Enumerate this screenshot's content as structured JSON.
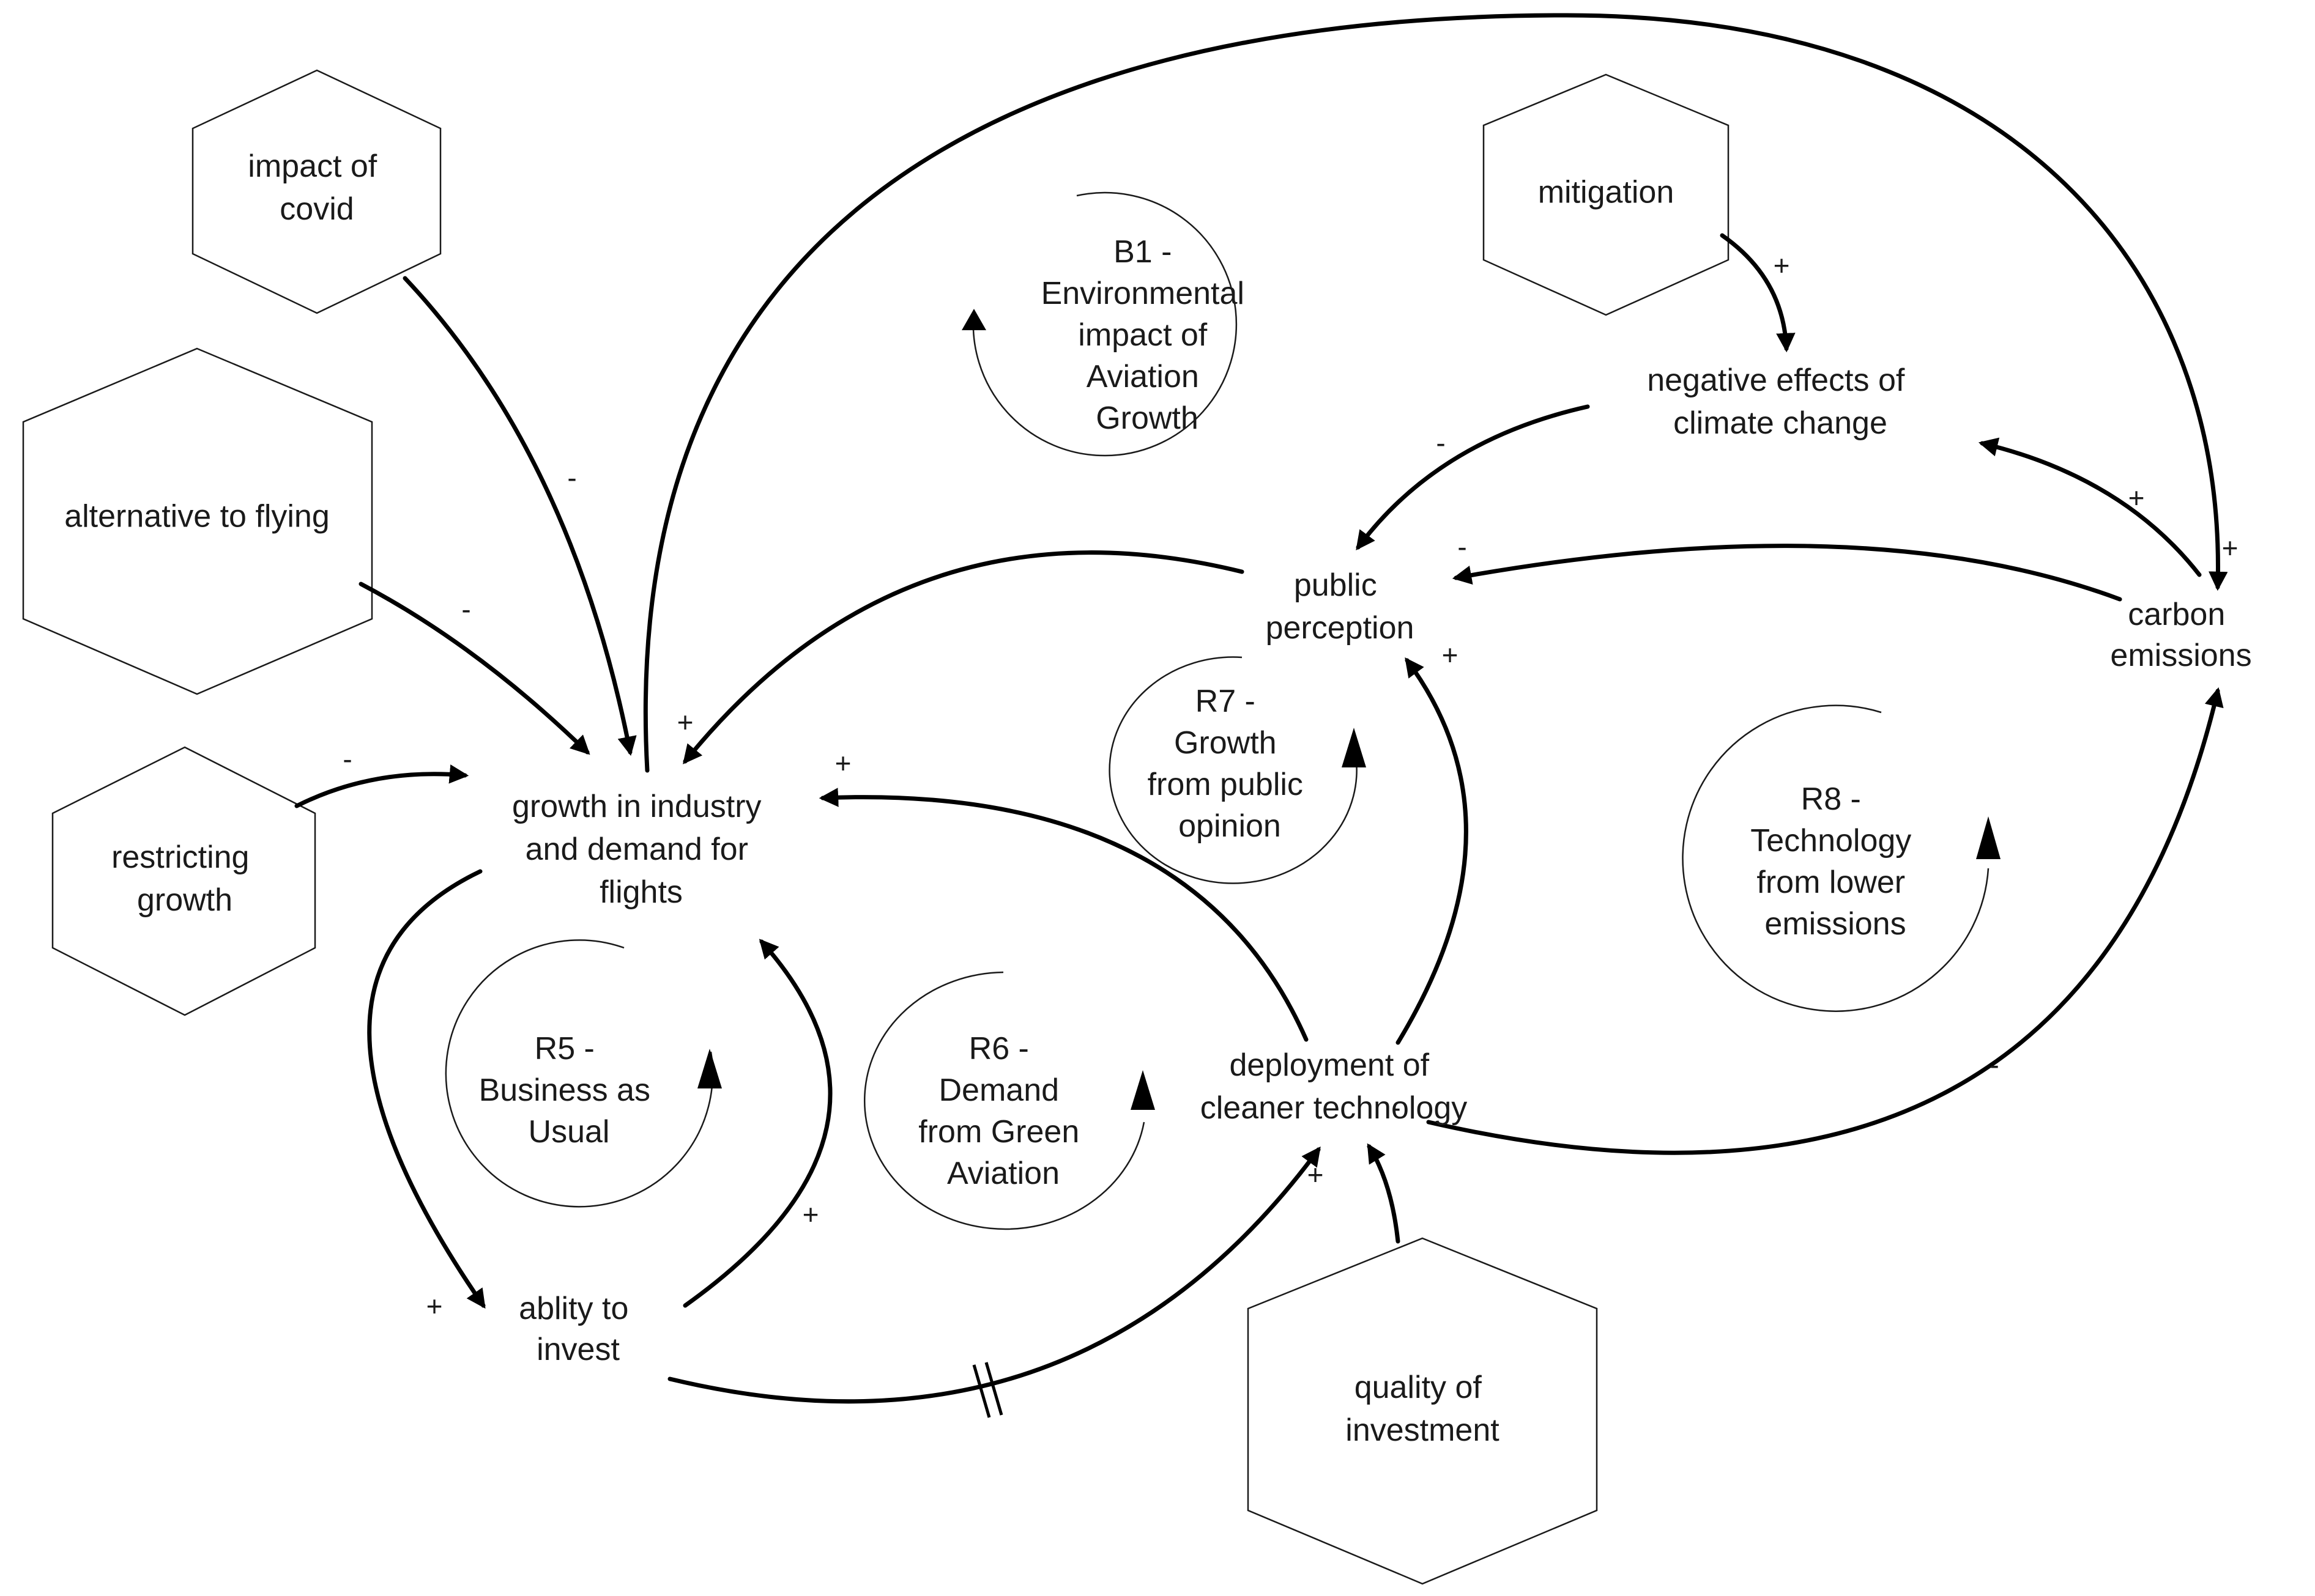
{
  "variables": {
    "impact_of_covid": [
      "impact of",
      "covid"
    ],
    "alternative_to_flying": [
      "alternative to flying"
    ],
    "restricting_growth": [
      "restricting",
      "growth"
    ],
    "growth_in_industry": [
      "growth in industry",
      "and demand for",
      "flights"
    ],
    "ability_to_invest": [
      "ablity to",
      "invest"
    ],
    "deployment_of_cleaner_technology": [
      "deployment of",
      "cleaner technology"
    ],
    "quality_of_investment": [
      "quality of",
      "investment"
    ],
    "public_perception": [
      "public",
      "perception"
    ],
    "mitigation": [
      "mitigation"
    ],
    "negative_effects_of_climate_change": [
      "negative effects of",
      "climate change"
    ],
    "carbon_emissions": [
      "carbon",
      "emissions"
    ]
  },
  "loops": {
    "B1": [
      "B1 -",
      "Environmental",
      "impact of",
      "Aviation",
      "Growth"
    ],
    "R5": [
      "R5 -",
      "Business as",
      "Usual"
    ],
    "R6": [
      "R6 -",
      "Demand",
      "from Green",
      "Aviation"
    ],
    "R7": [
      "R7 -",
      "Growth",
      "from public",
      "opinion"
    ],
    "R8": [
      "R8 -",
      "Technology",
      "from lower",
      "emissions"
    ]
  },
  "links": [
    {
      "from": "impact of covid",
      "to": "growth in industry and demand for flights",
      "polarity": "-"
    },
    {
      "from": "alternative to flying",
      "to": "growth in industry and demand for flights",
      "polarity": "-"
    },
    {
      "from": "restricting growth",
      "to": "growth in industry and demand for flights",
      "polarity": "-"
    },
    {
      "from": "growth in industry and demand for flights",
      "to": "carbon emissions",
      "polarity": "+"
    },
    {
      "from": "public perception",
      "to": "growth in industry and demand for flights",
      "polarity": "+"
    },
    {
      "from": "deployment of cleaner technology",
      "to": "growth in industry and demand for flights",
      "polarity": "+"
    },
    {
      "from": "growth in industry and demand for flights",
      "to": "ablity to invest",
      "polarity": "+"
    },
    {
      "from": "ablity to invest",
      "to": "growth in industry and demand for flights",
      "polarity": "+"
    },
    {
      "from": "ablity to invest",
      "to": "deployment of cleaner technology",
      "polarity": "+",
      "delay": true
    },
    {
      "from": "quality of investment",
      "to": "deployment of cleaner technology",
      "polarity": "-"
    },
    {
      "from": "deployment of cleaner technology",
      "to": "public perception",
      "polarity": "+"
    },
    {
      "from": "deployment of cleaner technology",
      "to": "carbon emissions",
      "polarity": "-"
    },
    {
      "from": "mitigation",
      "to": "negative effects of climate change",
      "polarity": "+"
    },
    {
      "from": "negative effects of climate change",
      "to": "public perception",
      "polarity": "-"
    },
    {
      "from": "carbon emissions",
      "to": "public perception",
      "polarity": "-"
    },
    {
      "from": "carbon emissions",
      "to": "negative effects of climate change",
      "polarity": "+"
    }
  ]
}
